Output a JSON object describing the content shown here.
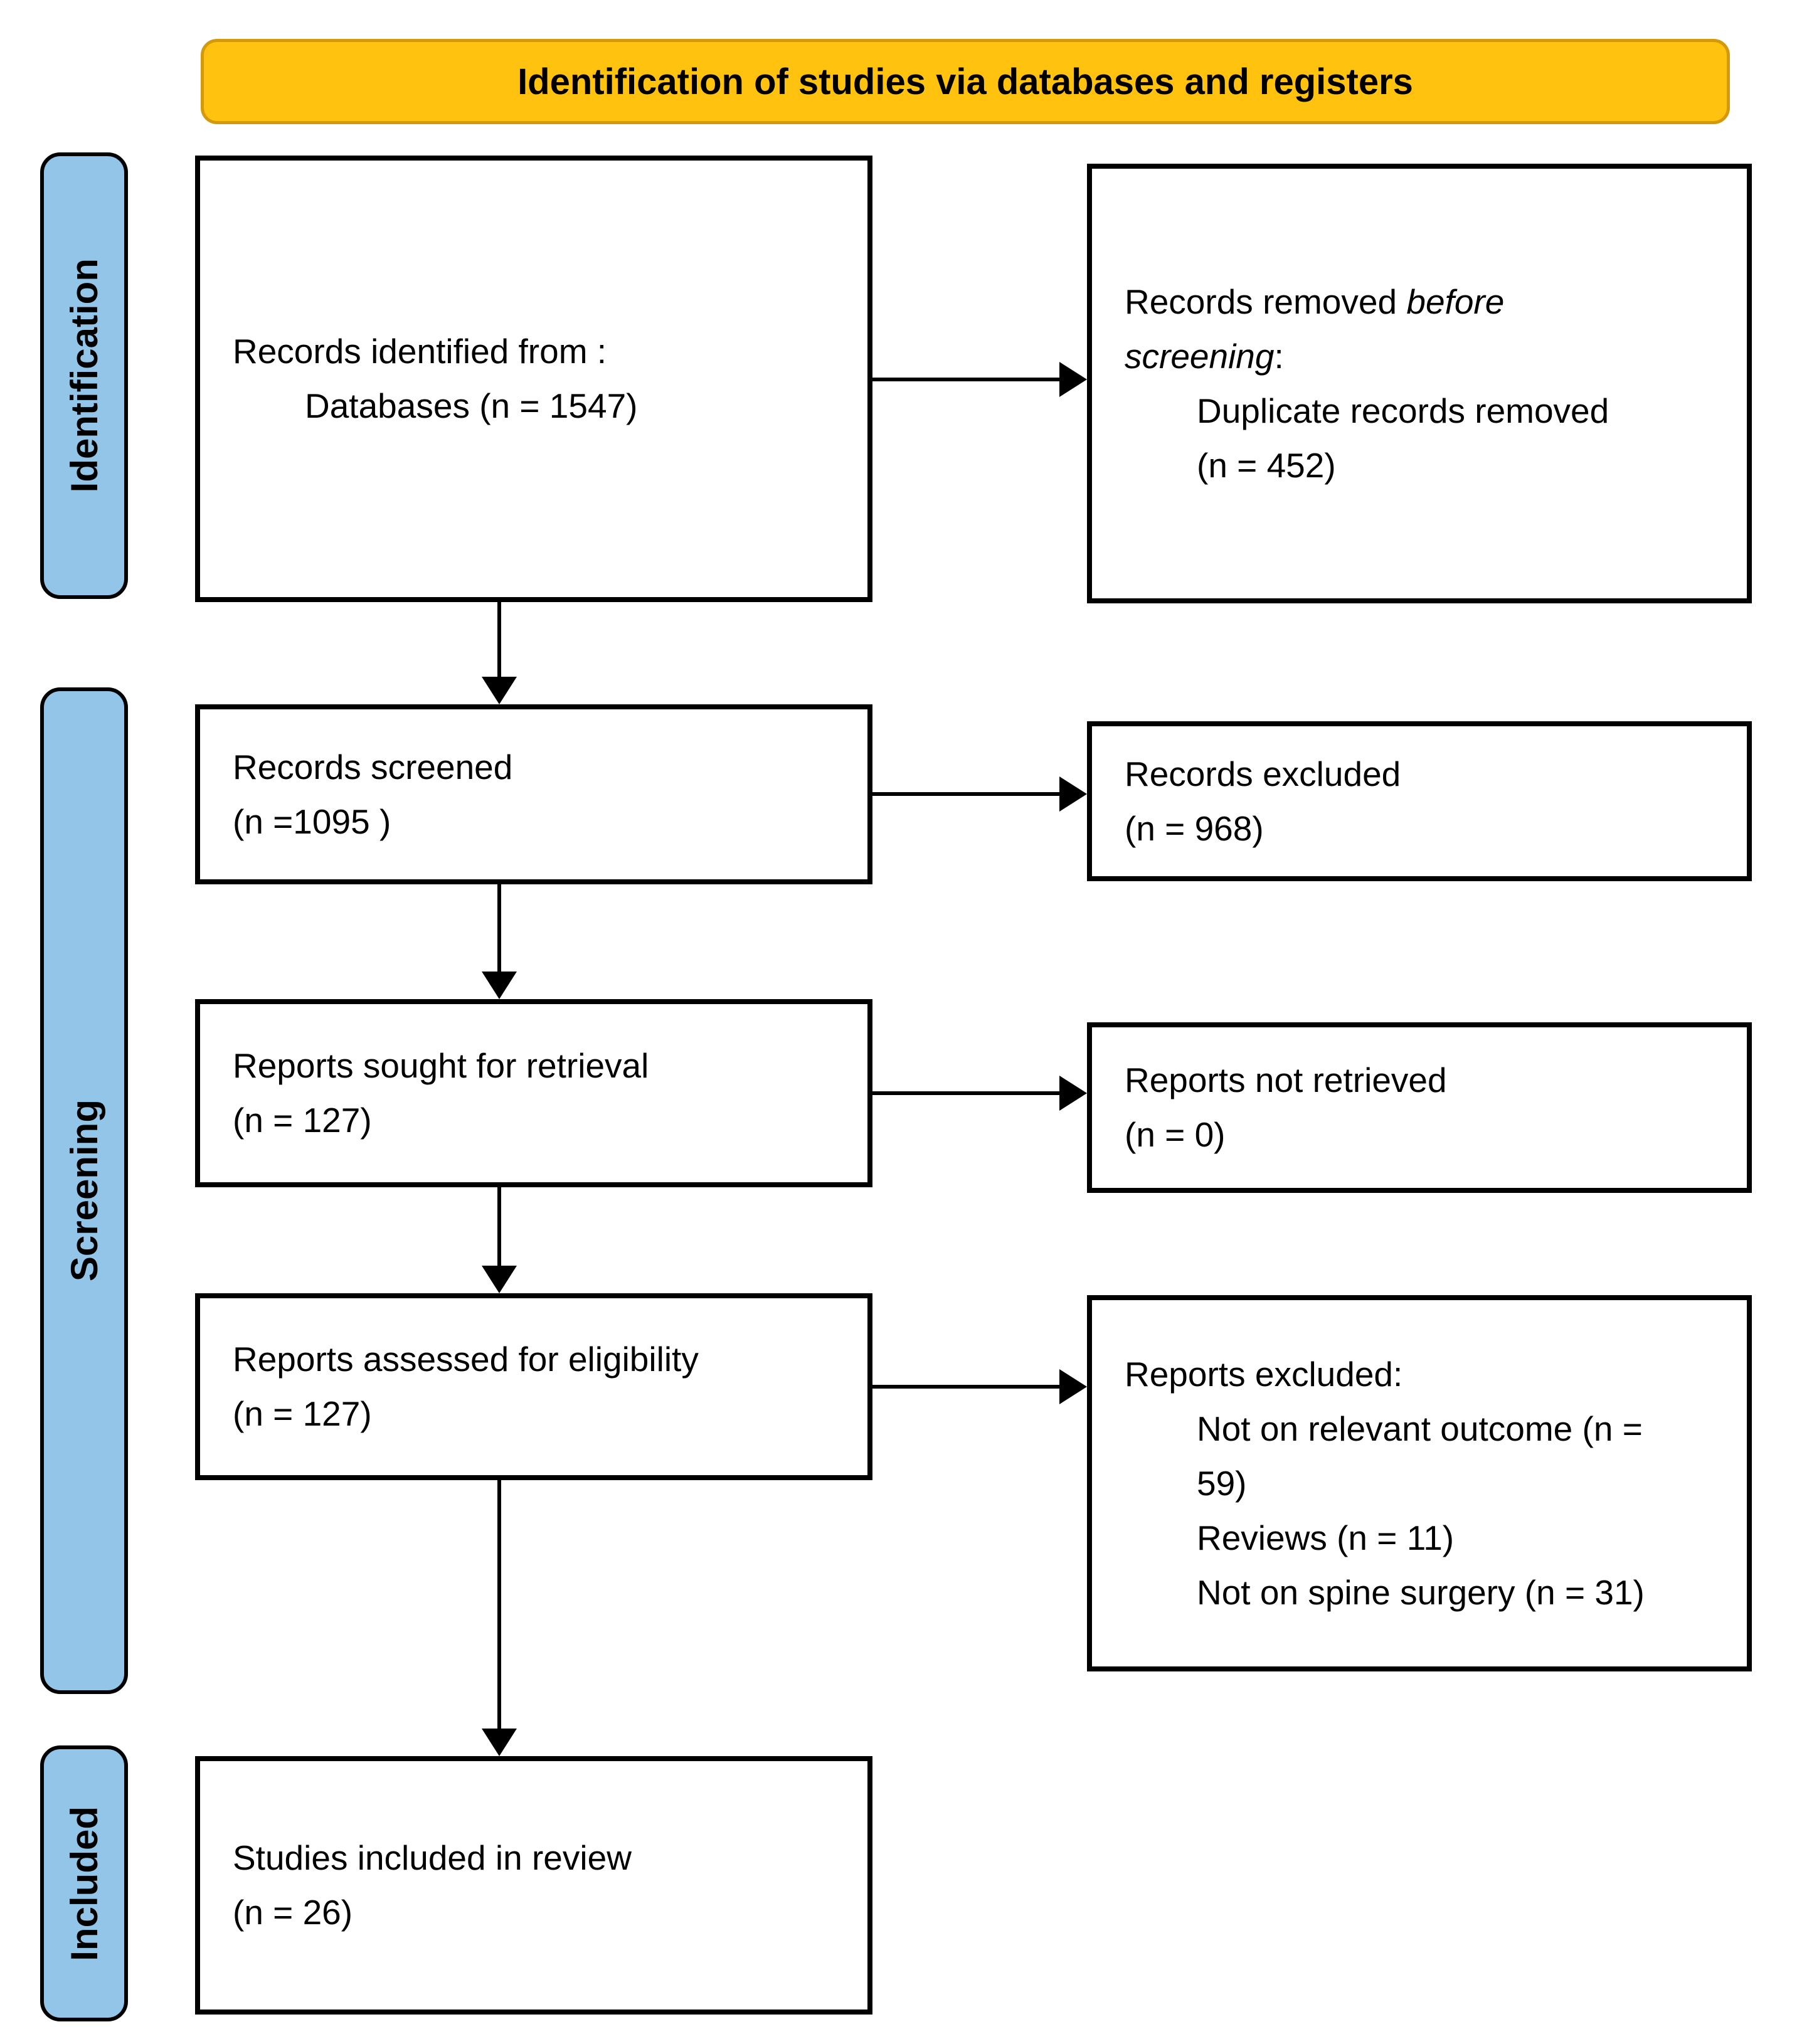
{
  "title": {
    "banner": "Identification of studies via databases and registers"
  },
  "stages": {
    "identification": "Identification",
    "screening": "Screening",
    "included": "Included"
  },
  "boxes": {
    "records_identified": {
      "line1": "Records identified from :",
      "line2": "Databases (n = 1547)"
    },
    "records_removed": {
      "line1_text": "Records removed ",
      "line1_italic": "before",
      "line2_italic": "screening",
      "line2_text": ":",
      "line3": "Duplicate records removed",
      "line4": "(n = 452)"
    },
    "records_screened": {
      "line1": "Records screened",
      "line2": "(n =1095 )"
    },
    "records_excluded": {
      "line1": "Records excluded",
      "line2": "(n = 968)"
    },
    "reports_sought": {
      "line1": "Reports sought for retrieval",
      "line2": "(n = 127)"
    },
    "reports_not_retrieved": {
      "line1": "Reports not retrieved",
      "line2": "(n = 0)"
    },
    "reports_assessed": {
      "line1": "Reports assessed for eligibility",
      "line2": "(n = 127)"
    },
    "reports_excluded": {
      "line1": "Reports excluded:",
      "line2a": "Not on relevant outcome (n =",
      "line2b": "59)",
      "line3": "Reviews (n = 11)",
      "line4": "Not on spine surgery (n = 31)"
    },
    "studies_included": {
      "line1": "Studies included in review",
      "line2": "(n = 26)"
    }
  },
  "colors": {
    "banner_fill": "#FFC20E",
    "banner_border": "#D2990B",
    "stage_fill": "#92C5E8",
    "outline": "#000000"
  }
}
